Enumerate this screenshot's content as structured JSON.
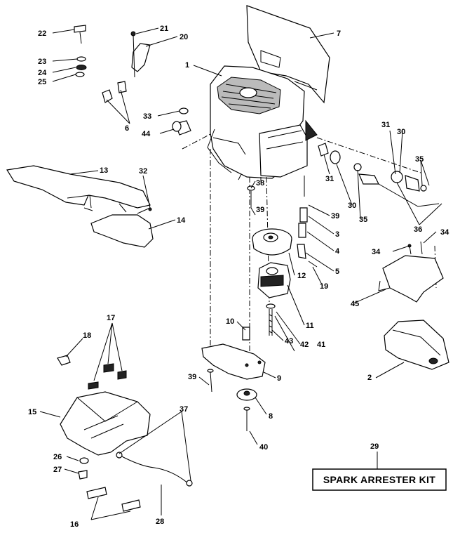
{
  "callouts": {
    "c1": "1",
    "c2": "2",
    "c3": "3",
    "c4": "4",
    "c5": "5",
    "c6": "6",
    "c7": "7",
    "c8": "8",
    "c9": "9",
    "c10": "10",
    "c11": "11",
    "c12": "12",
    "c13": "13",
    "c14": "14",
    "c15": "15",
    "c16": "16",
    "c17": "17",
    "c18": "18",
    "c19": "19",
    "c20": "20",
    "c21": "21",
    "c22": "22",
    "c23": "23",
    "c24": "24",
    "c25": "25",
    "c26": "26",
    "c27": "27",
    "c28": "28",
    "c29": "29",
    "c30a": "30",
    "c30b": "30",
    "c31a": "31",
    "c31b": "31",
    "c32": "32",
    "c33": "33",
    "c34a": "34",
    "c34b": "34",
    "c35a": "35",
    "c35b": "35",
    "c36": "36",
    "c37": "37",
    "c38": "38",
    "c39a": "39",
    "c39b": "39",
    "c39c": "39",
    "c40": "40",
    "c41": "41",
    "c42": "42",
    "c43": "43",
    "c44": "44",
    "c45": "45"
  },
  "kit_label": "SPARK ARRESTER KIT"
}
